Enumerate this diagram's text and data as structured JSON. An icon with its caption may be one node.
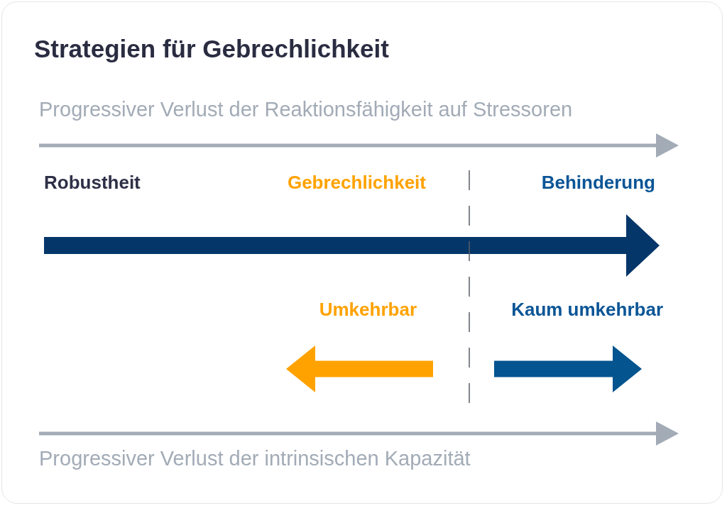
{
  "diagram": {
    "title": "Strategien für Gebrechlichkeit",
    "labels": [
      "Progressiver Verlust der Reaktionsfähigkeit auf Stressoren",
      "Robustheit",
      "Gebrechlichkeit",
      "Behinderung",
      "Umkehrbar",
      "Kaum umkehrbar",
      "Progressiver Verlust der intrinsischen Kapazität"
    ]
  }
}
